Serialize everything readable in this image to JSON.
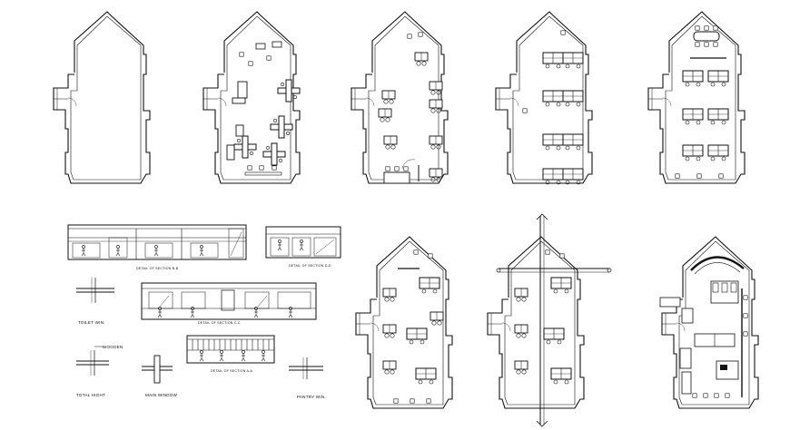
{
  "drawing": {
    "plans": [
      {
        "id": "plan-1",
        "furniture": "empty"
      },
      {
        "id": "plan-2",
        "furniture": "cross-workstations"
      },
      {
        "id": "plan-3",
        "furniture": "desks-and-meeting"
      },
      {
        "id": "plan-4",
        "furniture": "desk-clusters"
      },
      {
        "id": "plan-5",
        "furniture": "conference-and-desks"
      },
      {
        "id": "plan-6",
        "furniture": "desk-pairs"
      },
      {
        "id": "plan-7",
        "furniture": "desk-pairs-with-section-line"
      },
      {
        "id": "plan-8",
        "furniture": "detailed-layout"
      }
    ],
    "section_labels": {
      "elevation_top_left": "DETAIL OF SECTION B-B",
      "elevation_top_small": "DETAIL OF SECTION D-D",
      "elevation_mid": "DETAIL OF SECTION C-C",
      "elevation_bottom": "DETAIL OF SECTION A-A"
    },
    "detail_labels": {
      "toilet_window": "TOILET WIN.",
      "total_height": "TOTAL HIGHT",
      "wooden_tag": "WOODEN",
      "main_window": "MAIN WINDOW",
      "pantry_window": "PANTRY WIN."
    },
    "colors": {
      "ink": "#111111",
      "paper": "#ffffff"
    }
  }
}
